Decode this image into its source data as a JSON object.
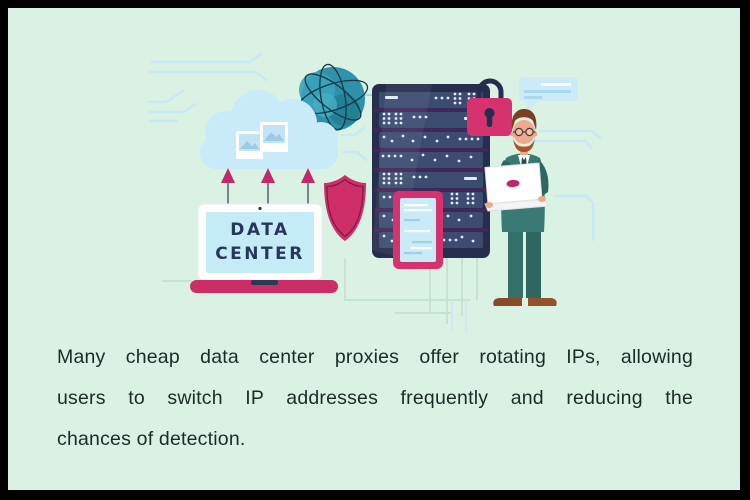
{
  "meta": {
    "background": "#d9f2e4",
    "frame_color": "#000000"
  },
  "illustration": {
    "laptop_screen_label": {
      "line1": "DATA",
      "line2": "CENTER"
    },
    "icons": [
      "globe-network-icon",
      "cloud-icon",
      "photo-icon",
      "upload-arrow-icon",
      "shield-icon",
      "server-rack",
      "lock-icon",
      "smartphone-icon",
      "chat-bubble-icon",
      "businessman-with-laptop",
      "circuit-trace"
    ],
    "colors": {
      "mint_bg": "#d9f2e4",
      "magenta": "#cc2d67",
      "pink_lock": "#d6336e",
      "server_navy": "#262e4e",
      "server_row": "#3b4c70",
      "suit_teal": "#3a7a74",
      "cloud_blue": "#c9eaf8",
      "screen_blue": "#c5ecf6",
      "circuit_blue": "#c7e9f6",
      "circuit_green": "#c2e4d0",
      "label_navy": "#27375a",
      "body_text": "#1d2b28"
    }
  },
  "paragraph": {
    "lines": [
      "Many cheap data center proxies offer rotating IPs, allowing",
      "users to switch IP addresses frequently and reducing the",
      "chances of detection."
    ]
  }
}
